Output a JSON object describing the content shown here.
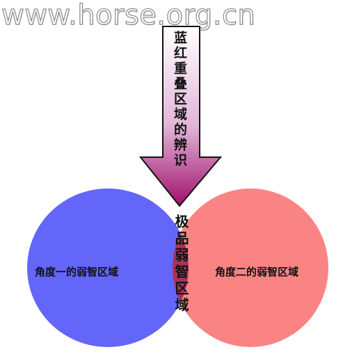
{
  "watermark": {
    "text": "www.horse.org.cn"
  },
  "arrow": {
    "label": "蓝红重叠区域的辨识"
  },
  "venn": {
    "left": {
      "label": "角度一的弱智区域",
      "color": "#6466fa"
    },
    "right": {
      "label": "角度二的弱智区域",
      "color": "#fa8484"
    },
    "overlap": {
      "label": "极品弱智区域",
      "color": "#a8325c"
    }
  },
  "colors": {
    "arrow_top": "#ffffff",
    "arrow_bottom": "#a0106c"
  }
}
